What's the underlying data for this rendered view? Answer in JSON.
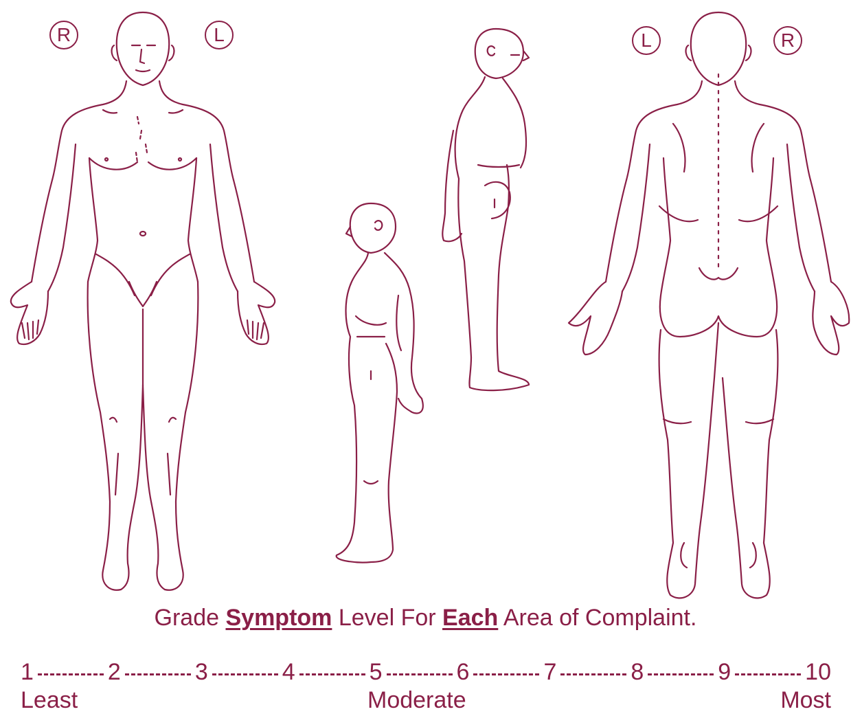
{
  "markers": {
    "front_right": "R",
    "front_left": "L",
    "back_left": "L",
    "back_right": "R"
  },
  "instruction": {
    "prefix": "Grade ",
    "emph1": "Symptom",
    "middle": " Level For ",
    "emph2": "Each",
    "suffix": " Area of Complaint."
  },
  "scale": {
    "numbers": [
      "1",
      "2",
      "3",
      "4",
      "5",
      "6",
      "7",
      "8",
      "9",
      "10"
    ],
    "least": "Least",
    "moderate": "Moderate",
    "most": "Most"
  },
  "colors": {
    "ink": "#8a1f47"
  }
}
